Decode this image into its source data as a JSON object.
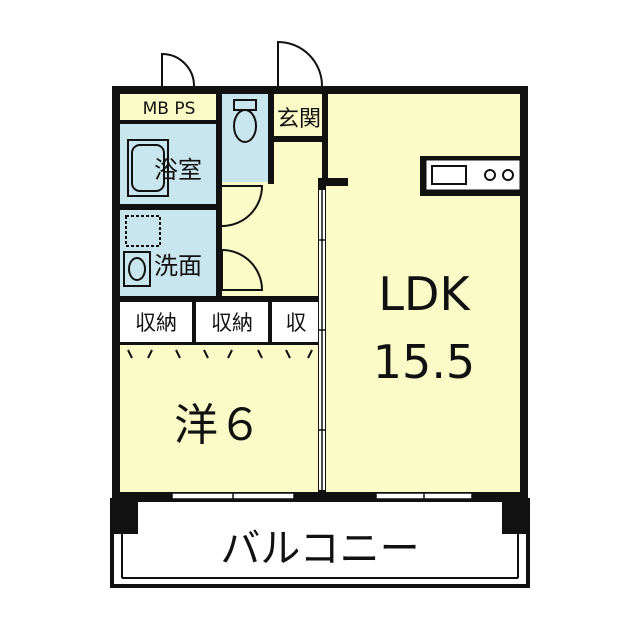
{
  "rooms": {
    "mbps": "MB PS",
    "entrance": "玄関",
    "bath": "浴室",
    "washroom": "洗面",
    "storage1": "収納",
    "storage2": "収納",
    "storage3": "収",
    "bedroom": "洋６",
    "ldk_name": "LDK",
    "ldk_size": "15.5",
    "balcony": "バルコニー"
  },
  "colors": {
    "room_fill": "#fbfbc8",
    "wet_fill": "#c9e6ef",
    "wall": "#111111",
    "background": "#ffffff"
  }
}
